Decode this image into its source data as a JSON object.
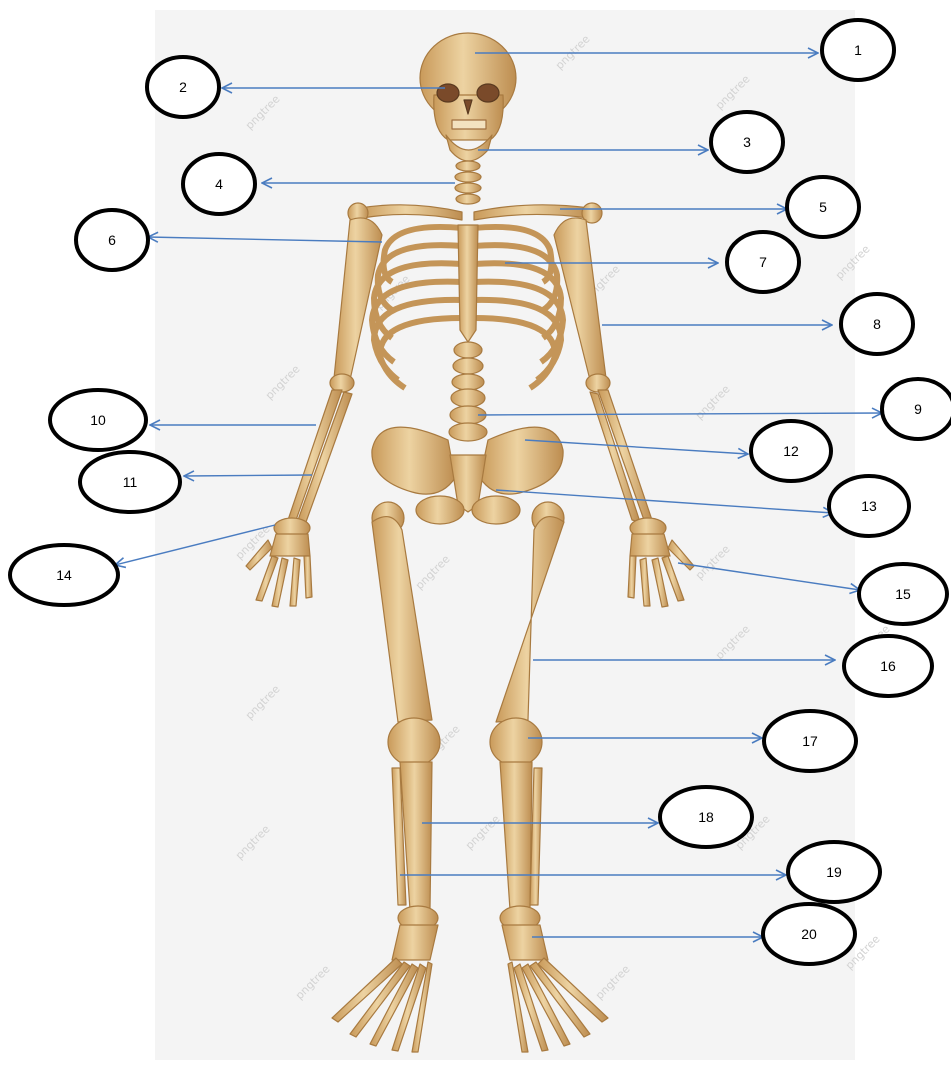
{
  "diagram": {
    "labels": [
      "1",
      "2",
      "3",
      "4",
      "5",
      "6",
      "7",
      "8",
      "9",
      "10",
      "11",
      "12",
      "13",
      "14",
      "15",
      "16",
      "17",
      "18",
      "19",
      "20"
    ],
    "watermark": "pngtree",
    "colors": {
      "panel": "#f4f4f4",
      "bone": "#e2c08a",
      "bone_dark": "#b88a4c",
      "bone_light": "#f0dcb4",
      "arrow": "#4a7cc0",
      "circle": "#000000"
    }
  }
}
